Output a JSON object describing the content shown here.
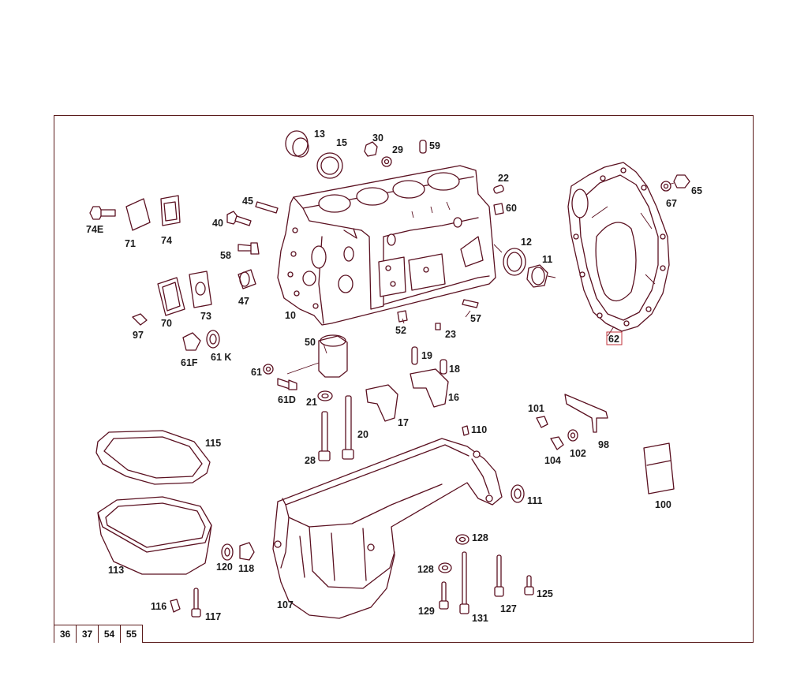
{
  "diagram": {
    "labels": [
      "13",
      "15",
      "30",
      "29",
      "59",
      "22",
      "60",
      "65",
      "67",
      "45",
      "74E",
      "71",
      "74",
      "40",
      "58",
      "12",
      "11",
      "47",
      "10",
      "52",
      "57",
      "23",
      "97",
      "70",
      "73",
      "62",
      "61F",
      "61 K",
      "50",
      "19",
      "18",
      "61",
      "61D",
      "21",
      "17",
      "16",
      "20",
      "101",
      "110",
      "115",
      "28",
      "104",
      "102",
      "98",
      "100",
      "111",
      "113",
      "120",
      "118",
      "128",
      "107",
      "116",
      "117",
      "129",
      "131",
      "127",
      "125"
    ]
  },
  "page_tabs": [
    "36",
    "37",
    "54",
    "55"
  ],
  "colors": {
    "line": "#5a1020",
    "frame": "#5a1a1a",
    "highlight": "#c0303a"
  }
}
